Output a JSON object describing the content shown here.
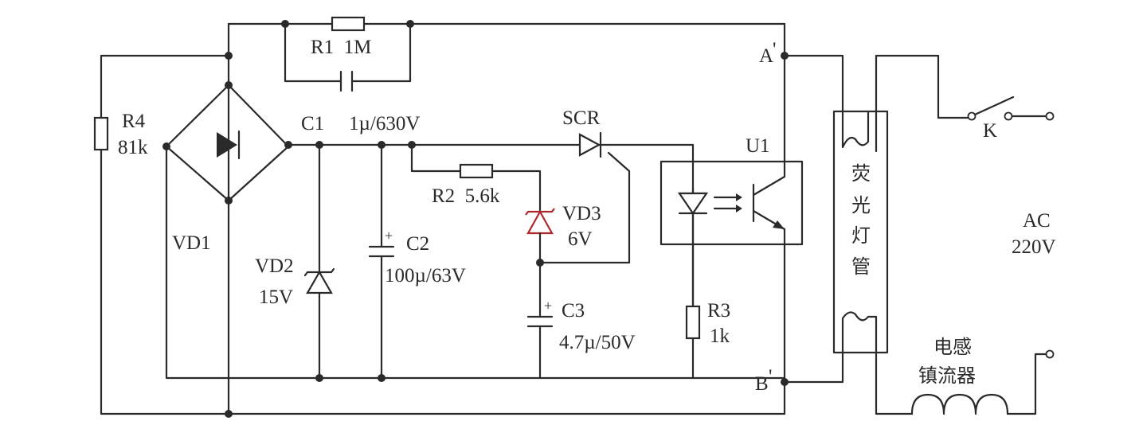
{
  "labels": {
    "r1": "R1  1M",
    "r4_name": "R4",
    "r4_value": "81k",
    "c1": "C1",
    "c1_value": "1µ/630V",
    "vd1": "VD1",
    "vd2_name": "VD2",
    "vd2_value": "15V",
    "c2_name": "C2",
    "c2_value": "100µ/63V",
    "c2_plus": "+",
    "scr": "SCR",
    "r2": "R2  5.6k",
    "vd3_name": "VD3",
    "vd3_value": "6V",
    "c3_name": "C3",
    "c3_value": "4.7µ/50V",
    "c3_plus": "+",
    "u1": "U1",
    "r3_name": "R3",
    "r3_value": "1k",
    "node_a": "A",
    "node_a_prime": "'",
    "node_b": "B",
    "node_b_prime": "'",
    "switch_k": "K",
    "ac_line1": "AC",
    "ac_line2": "220V",
    "lamp_char1": "荧",
    "lamp_char2": "光",
    "lamp_char3": "灯",
    "lamp_char4": "管",
    "ballast_line1": "电感",
    "ballast_line2": "镇流器"
  },
  "colors": {
    "ink": "#2a2a2a",
    "vd3": "#b0272b",
    "background": "#ffffff"
  }
}
